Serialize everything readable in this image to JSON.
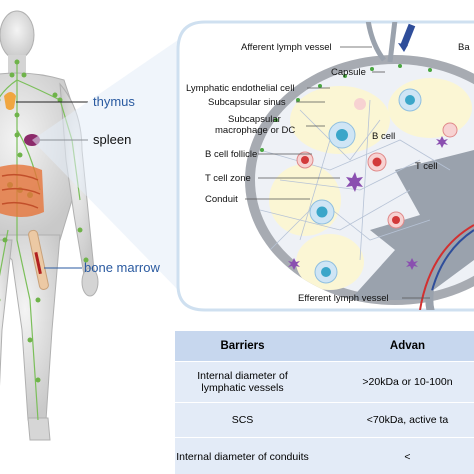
{
  "organs": {
    "thymus": "thymus",
    "spleen": "spleen",
    "bone_marrow": "bone marrow"
  },
  "node_labels": {
    "afferent": "Afferent lymph vessel",
    "capsule": "Capsule",
    "endothelial": "Lymphatic endothelial cell",
    "sinus": "Subcapsular sinus",
    "macrophage_1": "Subcapsular",
    "macrophage_2": "macrophage or DC",
    "bcell": "B cell",
    "follicle": "B cell follicle",
    "tcell": "T cell",
    "tzone": "T cell zone",
    "conduit": "Conduit",
    "efferent": "Efferent lymph vessel",
    "top_right": "Ba"
  },
  "table": {
    "headers": [
      "Barriers",
      "Advan"
    ],
    "rows": [
      [
        "Internal diameter of lymphatic vessels",
        ">20kDa or 10-100n"
      ],
      [
        "SCS",
        "<70kDa, active ta"
      ],
      [
        "Internal diameter of conduits",
        "<"
      ]
    ]
  },
  "colors": {
    "table_header": "#c7d7ee",
    "table_row": "#e3ebf7",
    "organ_label": "#2a5aa0",
    "node_border": "#cfd8e6",
    "follicle_fill": "#fbf6d4",
    "medulla_fill": "#9aa2ad"
  }
}
